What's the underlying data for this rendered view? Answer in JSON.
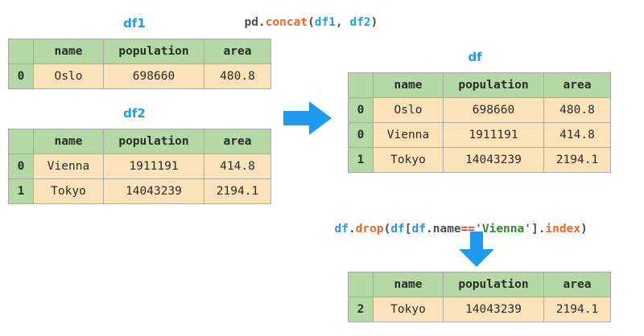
{
  "diagram": {
    "title_code": {
      "tokens": [
        {
          "t": "pd.",
          "c": "plain"
        },
        {
          "t": "concat",
          "c": "fn"
        },
        {
          "t": "(",
          "c": "plain"
        },
        {
          "t": "df1",
          "c": "var"
        },
        {
          "t": ", ",
          "c": "plain"
        },
        {
          "t": "df2",
          "c": "var"
        },
        {
          "t": ")",
          "c": "plain"
        }
      ],
      "plain_text": "pd.concat(df1, df2)"
    },
    "drop_code": {
      "tokens": [
        {
          "t": "df",
          "c": "var"
        },
        {
          "t": ".",
          "c": "plain"
        },
        {
          "t": "drop",
          "c": "fn"
        },
        {
          "t": "(",
          "c": "plain"
        },
        {
          "t": "df",
          "c": "var"
        },
        {
          "t": "[",
          "c": "plain"
        },
        {
          "t": "df",
          "c": "var"
        },
        {
          "t": ".name",
          "c": "plain"
        },
        {
          "t": "==",
          "c": "op"
        },
        {
          "t": "'Vienna'",
          "c": "str"
        },
        {
          "t": "]",
          "c": "plain"
        },
        {
          "t": ".",
          "c": "plain"
        },
        {
          "t": "index",
          "c": "fn"
        },
        {
          "t": ")",
          "c": "plain"
        }
      ],
      "plain_text": "df.drop(df[df.name=='Vienna'].index)"
    },
    "arrows": [
      {
        "name": "arrow-right",
        "direction": "right",
        "color": "#1e9bf0"
      },
      {
        "name": "arrow-down",
        "direction": "down",
        "color": "#1e9bf0"
      }
    ],
    "colors": {
      "header_green": "#b5d9a5",
      "cell_peach": "#fce2b8",
      "accent_blue": "#1e9bf0",
      "code_orange": "#f26522",
      "code_green": "#2e8b2e",
      "code_gray": "#4d4d4d"
    }
  },
  "tables": {
    "df1": {
      "caption": "df1",
      "columns": [
        "",
        "name",
        "population",
        "area"
      ],
      "rows": [
        {
          "index": "0",
          "name": "Oslo",
          "population": "698660",
          "area": "480.8"
        }
      ]
    },
    "df2": {
      "caption": "df2",
      "columns": [
        "",
        "name",
        "population",
        "area"
      ],
      "rows": [
        {
          "index": "0",
          "name": "Vienna",
          "population": "1911191",
          "area": "414.8"
        },
        {
          "index": "1",
          "name": "Tokyo",
          "population": "14043239",
          "area": "2194.1"
        }
      ]
    },
    "df": {
      "caption": "df",
      "columns": [
        "",
        "name",
        "population",
        "area"
      ],
      "rows": [
        {
          "index": "0",
          "name": "Oslo",
          "population": "698660",
          "area": "480.8"
        },
        {
          "index": "0",
          "name": "Vienna",
          "population": "1911191",
          "area": "414.8"
        },
        {
          "index": "1",
          "name": "Tokyo",
          "population": "14043239",
          "area": "2194.1"
        }
      ]
    },
    "df_result": {
      "caption": "",
      "columns": [
        "",
        "name",
        "population",
        "area"
      ],
      "rows": [
        {
          "index": "2",
          "name": "Tokyo",
          "population": "14043239",
          "area": "2194.1"
        }
      ]
    }
  }
}
